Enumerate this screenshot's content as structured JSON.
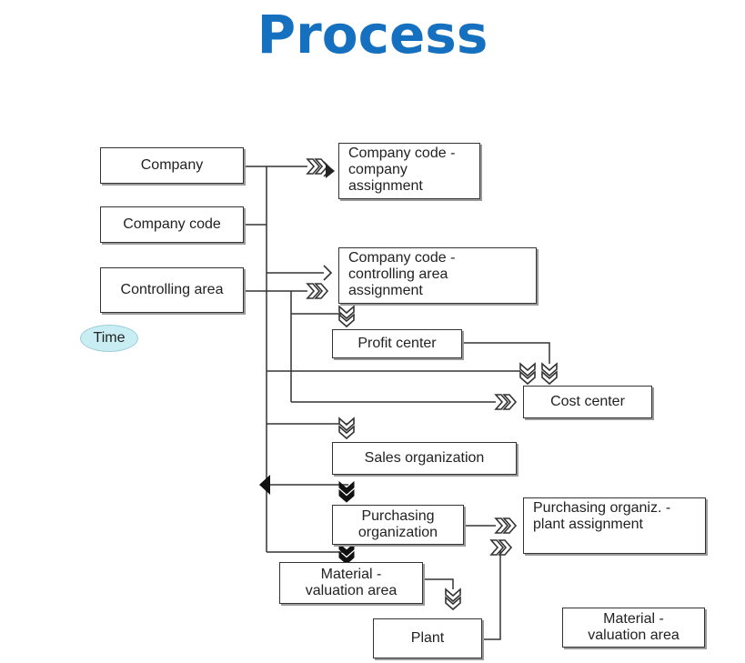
{
  "title": "Process",
  "nodes": {
    "company": "Company",
    "company_code": "Company code",
    "controlling_area": "Controlling area",
    "time": "Time",
    "cc_company_assignment": "Company code -\ncompany\nassignment",
    "cc_controlling_assignment": "Company code -\ncontrolling area\nassignment",
    "profit_center": "Profit center",
    "cost_center": "Cost center",
    "sales_organization": "Sales organization",
    "purchasing_organization": "Purchasing\norganization",
    "purchasing_plant_assignment": "Purchasing organiz. -\nplant assignment",
    "material_valuation_area_1": "Material -\nvaluation area",
    "plant": "Plant",
    "material_valuation_area_2": "Material -\nvaluation area"
  },
  "colors": {
    "title": "#1670c0",
    "line": "#333333",
    "time_bubble": "#c8eef4"
  }
}
